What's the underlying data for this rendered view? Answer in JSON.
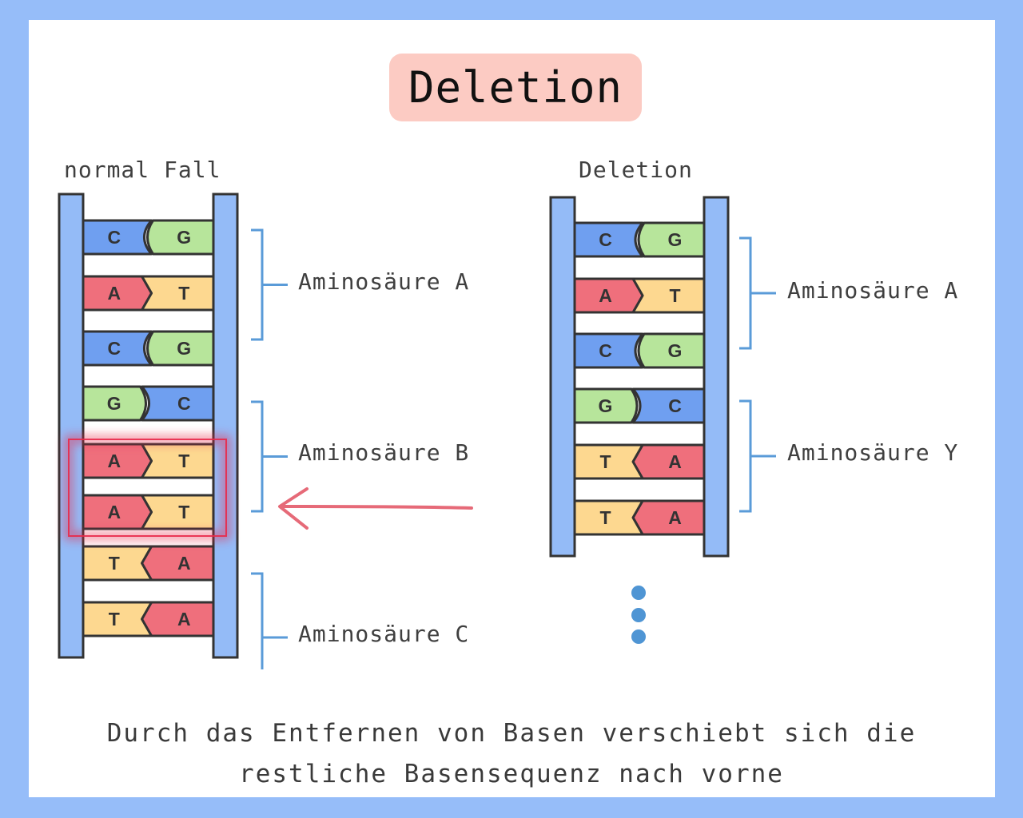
{
  "title": "Deletion",
  "left_heading": "normal Fall",
  "right_heading": "Deletion",
  "colors": {
    "C": "#6f9ff0",
    "G": "#b7e59b",
    "A": "#ef6f7c",
    "T": "#fdd890",
    "backbone": "#94bbf7",
    "bracket": "#5a9bd8",
    "arrow": "#e66a78",
    "highlight": "#e8294a",
    "dots": "#4f95d4"
  },
  "left_strand": [
    {
      "left": "C",
      "right": "G"
    },
    {
      "left": "A",
      "right": "T"
    },
    {
      "left": "C",
      "right": "G"
    },
    {
      "left": "G",
      "right": "C"
    },
    {
      "left": "A",
      "right": "T"
    },
    {
      "left": "A",
      "right": "T"
    },
    {
      "left": "T",
      "right": "A"
    },
    {
      "left": "T",
      "right": "A"
    }
  ],
  "right_strand": [
    {
      "left": "C",
      "right": "G"
    },
    {
      "left": "A",
      "right": "T"
    },
    {
      "left": "C",
      "right": "G"
    },
    {
      "left": "G",
      "right": "C"
    },
    {
      "left": "T",
      "right": "A"
    },
    {
      "left": "T",
      "right": "A"
    }
  ],
  "left_groups": [
    "Aminosäure A",
    "Aminosäure B",
    "Aminosäure C"
  ],
  "right_groups": [
    "Aminosäure A",
    "Aminosäure Y"
  ],
  "deleted_pairs": [
    4,
    5
  ],
  "caption_line1": "Durch das Entfernen von Basen verschiebt sich die",
  "caption_line2": "restliche Basensequenz nach vorne"
}
